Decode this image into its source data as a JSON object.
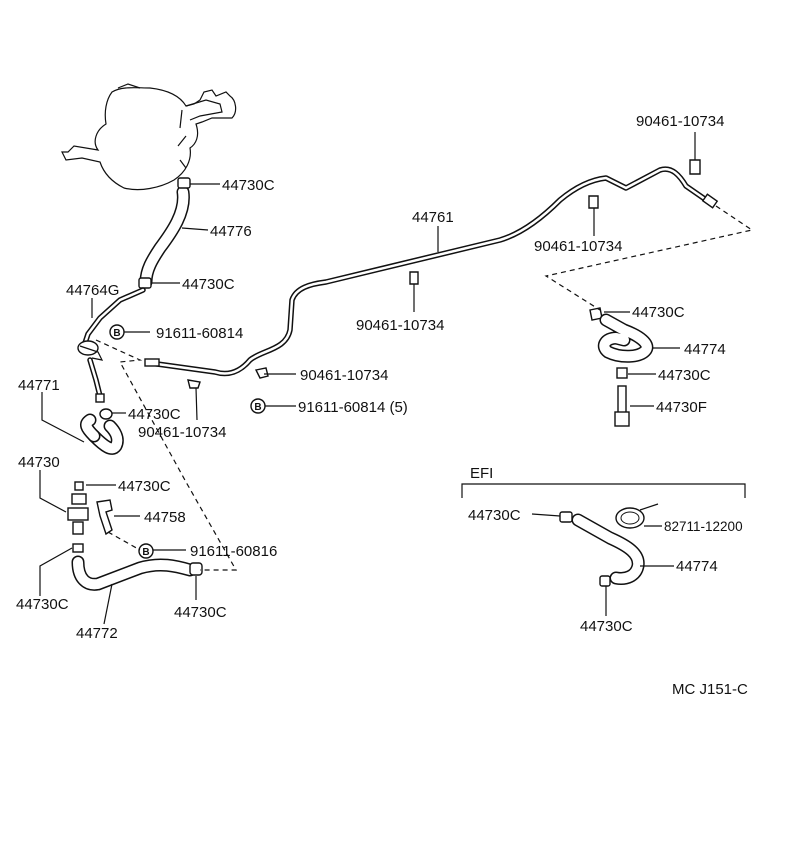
{
  "labels": {
    "p44730c_top": "44730C",
    "p44776": "44776",
    "p44730c_2": "44730C",
    "p44764g": "44764G",
    "p91611_60814_a": "91611-60814",
    "p44771": "44771",
    "p44730c_3": "44730C",
    "p90461_10734_a": "90461-10734",
    "p44730": "44730",
    "p44730c_4": "44730C",
    "p44758": "44758",
    "p91611_60816": "91611-60816",
    "p44730c_5": "44730C",
    "p44772": "44772",
    "p44730c_6": "44730C",
    "p44761": "44761",
    "p90461_10734_b": "90461-10734",
    "p90461_10734_c": "90461-10734",
    "p91611_60814_b": "91611-60814 (5)",
    "p90461_10734_d": "90461-10734",
    "p90461_10734_e": "90461-10734",
    "p44730c_7": "44730C",
    "p44774_a": "44774",
    "p44730c_8": "44730C",
    "p44730f": "44730F",
    "efi": "EFI",
    "p44730c_9": "44730C",
    "p82711_12200": "82711-12200",
    "p44774_b": "44774",
    "p44730c_10": "44730C",
    "ref": "MC J151-C"
  },
  "bolt_symbol": "B"
}
